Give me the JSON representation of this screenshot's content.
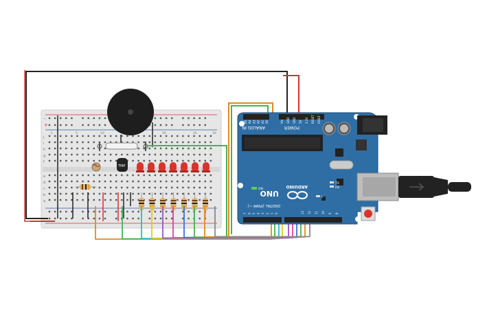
{
  "breadboard": {
    "row_letters_top": [
      "j",
      "i",
      "h",
      "g",
      "f"
    ],
    "row_letters_bottom": [
      "e",
      "d",
      "c",
      "b",
      "a"
    ],
    "column_numbers": [
      "1",
      "5",
      "10",
      "15",
      "20",
      "25",
      "30"
    ],
    "rail_plus": "+",
    "rail_minus": "-"
  },
  "components": {
    "sensor_label": "TMP"
  },
  "arduino": {
    "logo": "UNO",
    "brand": "ARDUINO",
    "analog_label": "ANALOG IN",
    "power_label": "POWER",
    "digital_label": "DIGITAL (PWM ~)",
    "analog_pins": [
      "A5",
      "A4",
      "A3",
      "A2",
      "A1",
      "A0"
    ],
    "power_pins": [
      "Vin",
      "GND",
      "GND",
      "5V",
      "3.3V",
      "RESET",
      "IOREF"
    ],
    "digital_pins": [
      "0",
      "1",
      "2",
      "3",
      "4",
      "5",
      "6",
      "7",
      "8",
      "9",
      "10",
      "11",
      "12",
      "13"
    ],
    "tx_label": "TX",
    "rx_label": "RX",
    "l_label": "L",
    "on_label": "ON"
  },
  "colors": {
    "board_blue": "#2f6ea5",
    "breadboard": "#e8e8e8",
    "wire_red": "#d0342c",
    "wire_black": "#222222",
    "wire_green": "#4caf50",
    "wire_orange": "#e08a1e"
  }
}
